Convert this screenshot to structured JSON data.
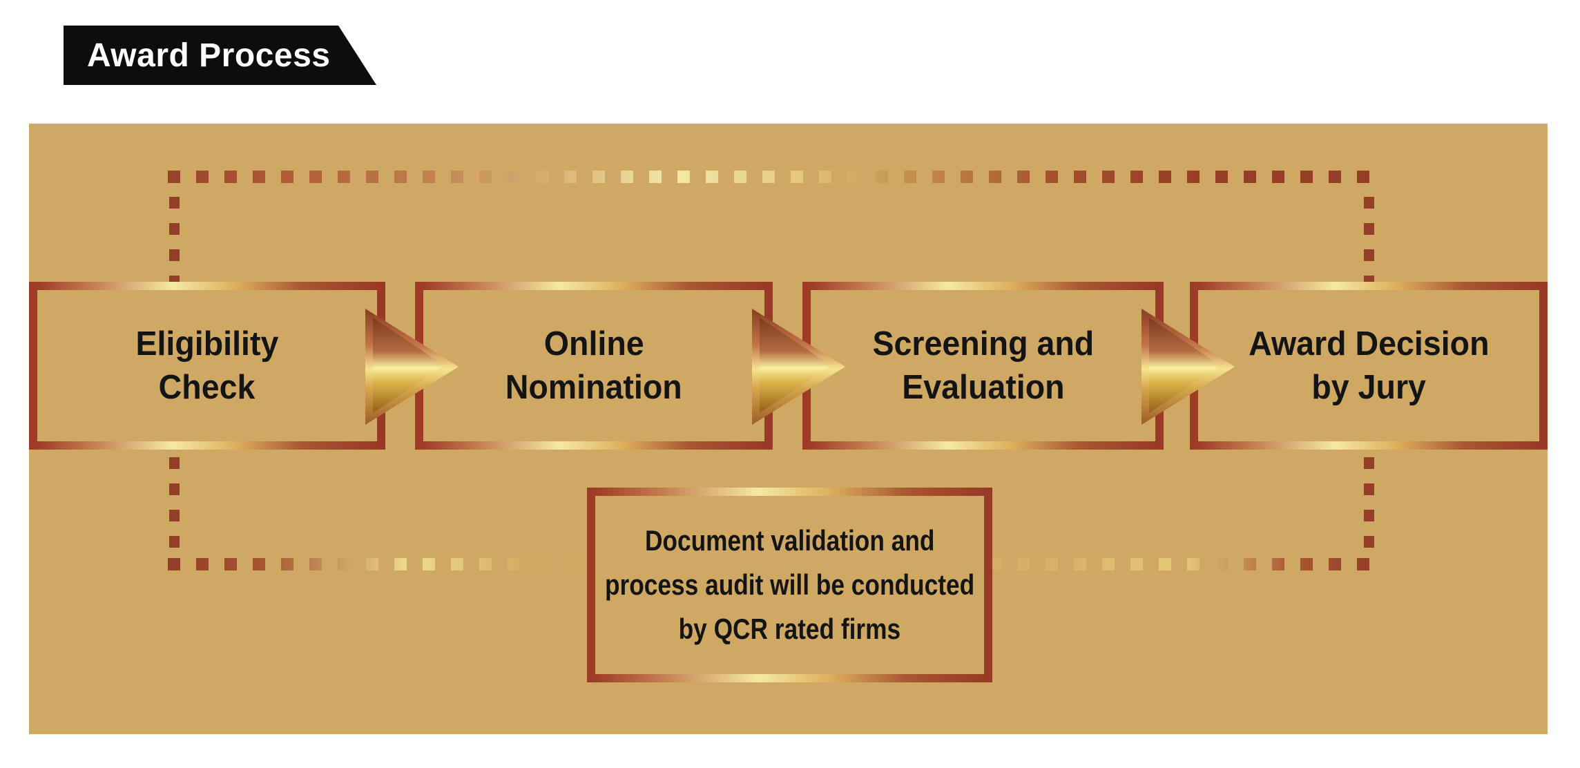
{
  "banner": {
    "title": "Award Process"
  },
  "flow": {
    "steps": [
      {
        "line1": "Eligibility",
        "line2": "Check"
      },
      {
        "line1": "Online",
        "line2": "Nomination"
      },
      {
        "line1": "Screening and",
        "line2": "Evaluation"
      },
      {
        "line1": "Award Decision",
        "line2": "by Jury"
      }
    ],
    "note": {
      "line1": "Document validation and",
      "line2": "process audit will be conducted",
      "line3": "by QCR rated firms"
    }
  },
  "icons": {
    "arrow_between_steps": "arrow-right-icon",
    "connector_style": "dotted-square-line"
  },
  "colors": {
    "page_background": "#ffffff",
    "panel_background": "#cfa963",
    "brick_red": "#943d28",
    "copper": "#b36a40",
    "bright_gold": "#f5e9a2",
    "banner_black": "#0d0d0d",
    "banner_text": "#ffffff",
    "label_text": "#141414"
  }
}
